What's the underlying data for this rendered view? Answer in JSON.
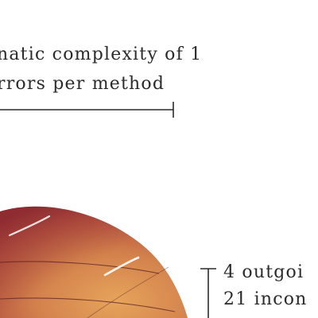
{
  "caption": {
    "line1": "natic complexity of 1",
    "line2": "rrors per method"
  },
  "side_labels": {
    "line1": "4 outgoi",
    "line2": "21 incon"
  },
  "colors": {
    "shape_light": "#e29b55",
    "shape_mid": "#c96a47",
    "shape_dark": "#9b3336",
    "contour": "#5a2323",
    "ink": "#2b2b2b"
  }
}
